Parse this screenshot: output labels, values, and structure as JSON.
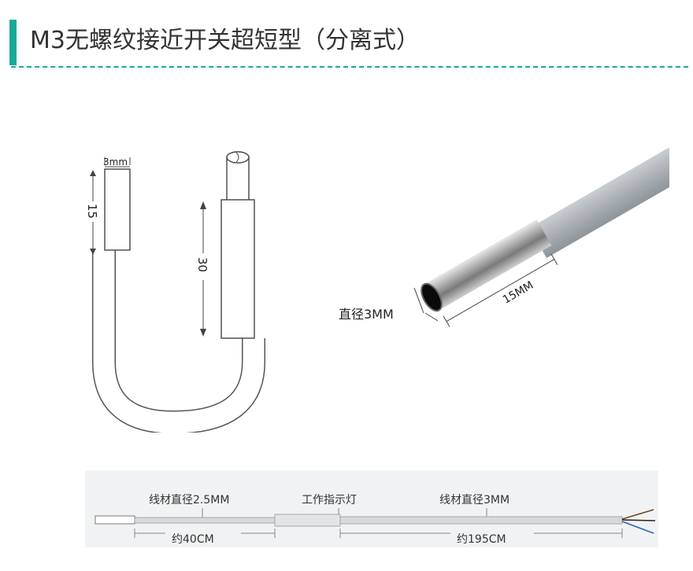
{
  "header": {
    "title": "M3无螺纹接近开关超短型（分离式）",
    "accent_color": "#1aa99a"
  },
  "drawing": {
    "width_label": "3mm",
    "probe_length_label": "15",
    "sleeve_length_label": "30"
  },
  "photo": {
    "diameter_label": "直径3MM",
    "length_label": "15MM"
  },
  "cable": {
    "wire_diameter_1": "线材直径2.5MM",
    "indicator_label": "工作指示灯",
    "wire_diameter_2": "线材直径3MM",
    "length_1": "约40CM",
    "length_2": "约195CM"
  }
}
